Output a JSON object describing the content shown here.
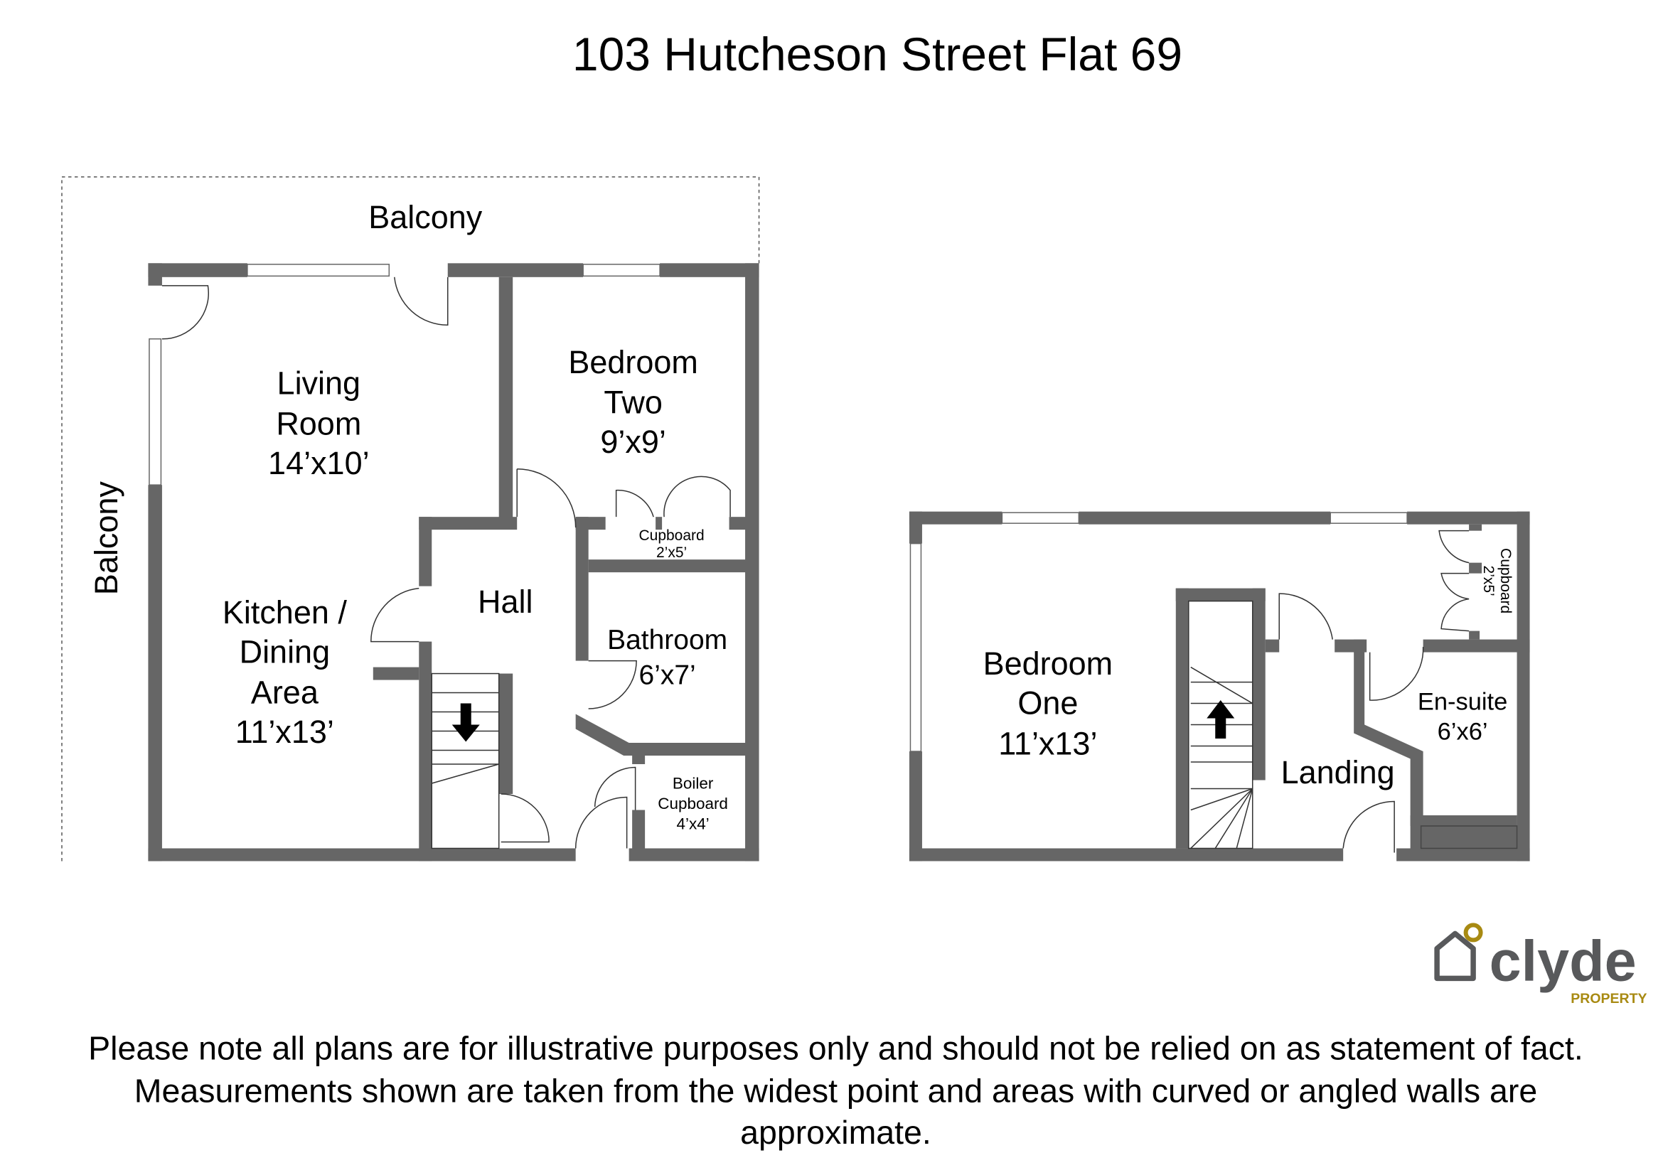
{
  "title": "103 Hutcheson Street Flat 69",
  "ground_floor": {
    "balcony_top": "Balcony",
    "balcony_side": "Balcony",
    "living_room": [
      "Living",
      "Room",
      "14’x10’"
    ],
    "bedroom_two": [
      "Bedroom",
      "Two",
      "9’x9’"
    ],
    "kitchen": [
      "Kitchen /",
      "Dining",
      "Area",
      "11’x13’"
    ],
    "hall": "Hall",
    "bathroom": [
      "Bathroom",
      "6’x7’"
    ],
    "cupboard": [
      "Cupboard",
      "2’x5’"
    ],
    "boiler_cupboard": [
      "Boiler",
      "Cupboard",
      "4’x4’"
    ]
  },
  "upper_floor": {
    "bedroom_one": [
      "Bedroom",
      "One",
      "11’x13’"
    ],
    "landing": "Landing",
    "en_suite": [
      "En-suite",
      "6’x6’"
    ],
    "cupboard": [
      "Cupboard",
      "2’x5’"
    ]
  },
  "logo": {
    "name": "clyde",
    "sub": "PROPERTY",
    "grey": "#58595b",
    "gold": "#a88a12"
  },
  "disclaimer": [
    "Please note all plans are for illustrative purposes only and should not be relied on as statement of fact.",
    "Measurements shown are taken from the widest point and areas with curved or angled walls are",
    "approximate."
  ]
}
